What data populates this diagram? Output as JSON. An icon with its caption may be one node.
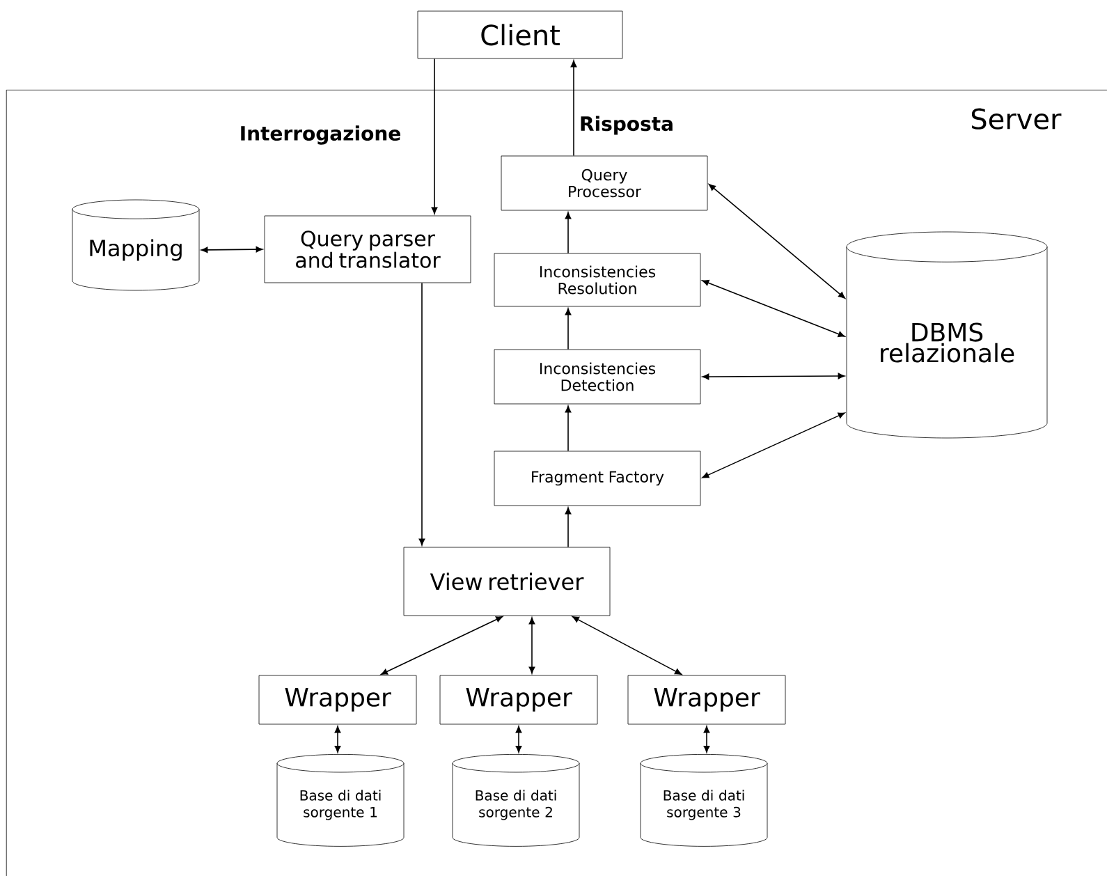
{
  "diagram": {
    "nodes": [
      {
        "text": [
          "Client"
        ]
      },
      {
        "text": [
          "Server"
        ]
      },
      {
        "text": [
          "Mapping"
        ],
        "in": 1
      },
      {
        "text": [
          "Query parser and translator"
        ],
        "in": 1
      },
      {
        "text": [
          "Query Processor"
        ],
        "in": 1
      },
      {
        "text": [
          "Inconsistencies Resolution"
        ],
        "in": 1
      },
      {
        "text": [
          "Inconsistencies Detection"
        ],
        "in": 1
      },
      {
        "text": [
          "DBMS relazionale"
        ],
        "in": 1
      },
      {
        "text": [
          "Fragment Factory"
        ],
        "in": 1
      },
      {
        "text": [
          "View retriever"
        ],
        "in": 1
      },
      {
        "text": [
          "Wrapper"
        ],
        "in": 1
      },
      {
        "text": [
          "Wrapper"
        ],
        "in": 1
      },
      {
        "text": [
          "Wrapper"
        ],
        "in": 1
      },
      {
        "text": [
          "Base di dati sorgente 1"
        ],
        "in": 1
      },
      {
        "text": [
          "Base di dati sorgente 2"
        ],
        "in": 1
      },
      {
        "text": [
          "Base di dati sorgente 3"
        ],
        "in": 1
      }
    ],
    "edges": [
      {
        "from": 0,
        "to": 3,
        "arrow": "to",
        "label": "Interrogazione"
      },
      {
        "from": 4,
        "to": 0,
        "arrow": "to",
        "label": "Risposta"
      },
      {
        "from": 2,
        "to": 3,
        "arrow": "both"
      },
      {
        "from": 3,
        "to": 9,
        "arrow": "to"
      },
      {
        "from": 9,
        "to": 8,
        "arrow": "to"
      },
      {
        "from": 8,
        "to": 6,
        "arrow": "to"
      },
      {
        "from": 6,
        "to": 5,
        "arrow": "to"
      },
      {
        "from": 5,
        "to": 4,
        "arrow": "to"
      },
      {
        "from": 4,
        "to": 7,
        "arrow": "both"
      },
      {
        "from": 5,
        "to": 7,
        "arrow": "both"
      },
      {
        "from": 6,
        "to": 7,
        "arrow": "both"
      },
      {
        "from": 8,
        "to": 7,
        "arrow": "both"
      },
      {
        "from": 9,
        "to": 10,
        "arrow": "both"
      },
      {
        "from": 9,
        "to": 11,
        "arrow": "both"
      },
      {
        "from": 9,
        "to": 12,
        "arrow": "both"
      },
      {
        "from": 10,
        "to": 13,
        "arrow": "both"
      },
      {
        "from": 11,
        "to": 14,
        "arrow": "both"
      },
      {
        "from": 12,
        "to": 15,
        "arrow": "both"
      }
    ]
  }
}
